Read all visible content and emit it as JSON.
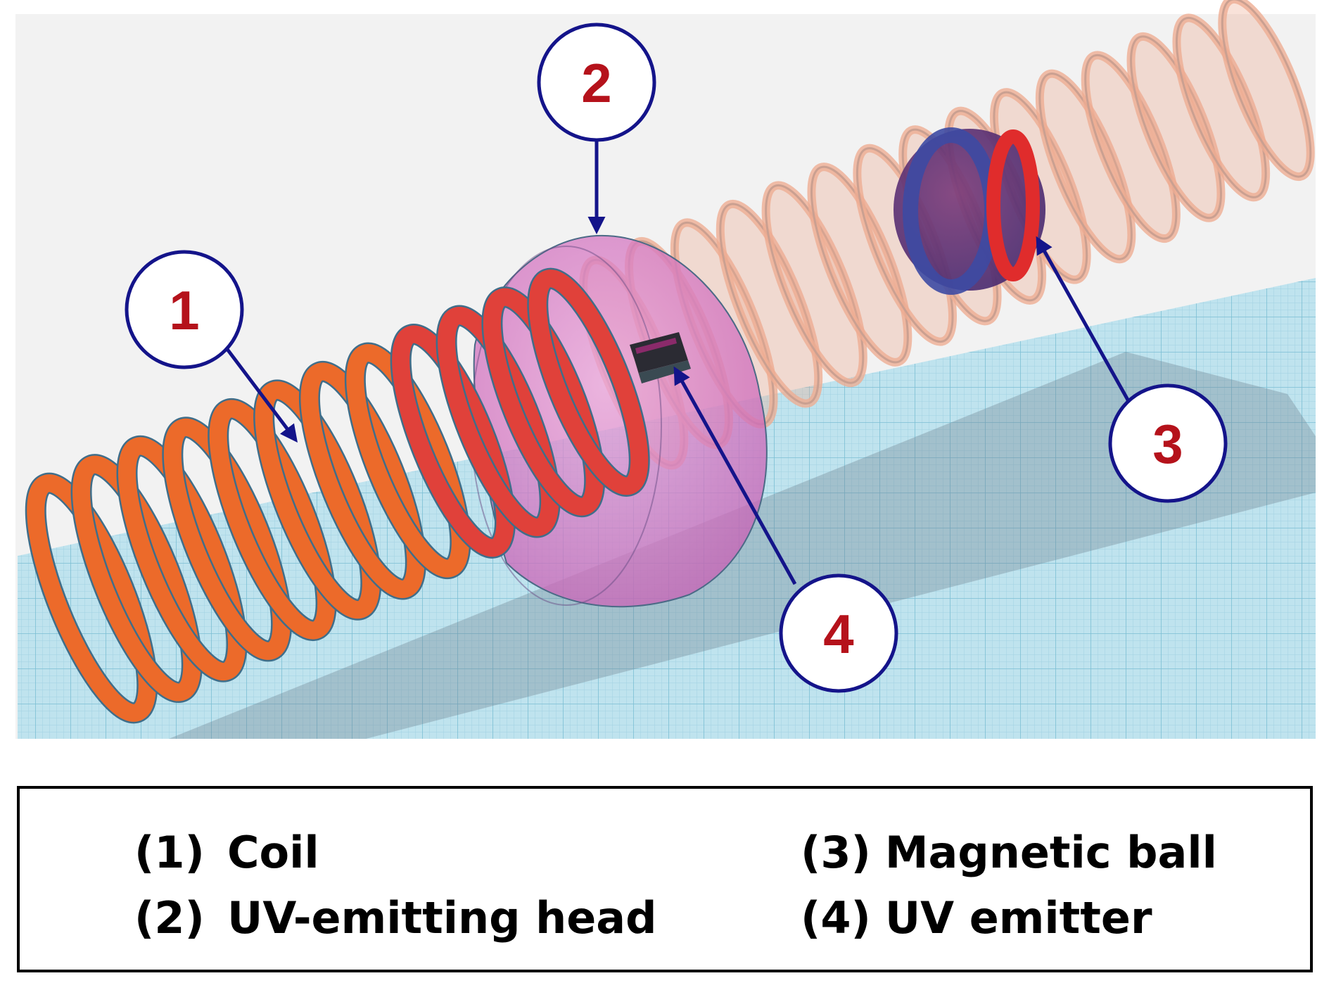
{
  "callouts": [
    {
      "id": "1",
      "text": "1",
      "target": "coil"
    },
    {
      "id": "2",
      "text": "2",
      "target": "uv-emitting-head"
    },
    {
      "id": "3",
      "text": "3",
      "target": "magnetic-ball"
    },
    {
      "id": "4",
      "text": "4",
      "target": "uv-emitter"
    }
  ],
  "legend": {
    "items": [
      {
        "index": "(1)",
        "label": "Coil"
      },
      {
        "index": "(2)",
        "label": "UV-emitting head"
      },
      {
        "index": "(3)",
        "label": "Magnetic ball"
      },
      {
        "index": "(4)",
        "label": "UV emitter"
      }
    ]
  },
  "colors": {
    "grid_plane": "#b9e0ec",
    "grid_lines": "#86c6da",
    "coil_solid": "#ec6a2a",
    "coil_transparent": "#eeac92",
    "coil_outline": "#3f6e8a",
    "head_fill": "#d877c4",
    "ball_blue": "#3d4aa3",
    "ball_red": "#e02c2c",
    "emitter": "#2b2b33",
    "callout_border": "#14148a",
    "callout_text": "#b5121b",
    "arrow": "#14148a"
  }
}
